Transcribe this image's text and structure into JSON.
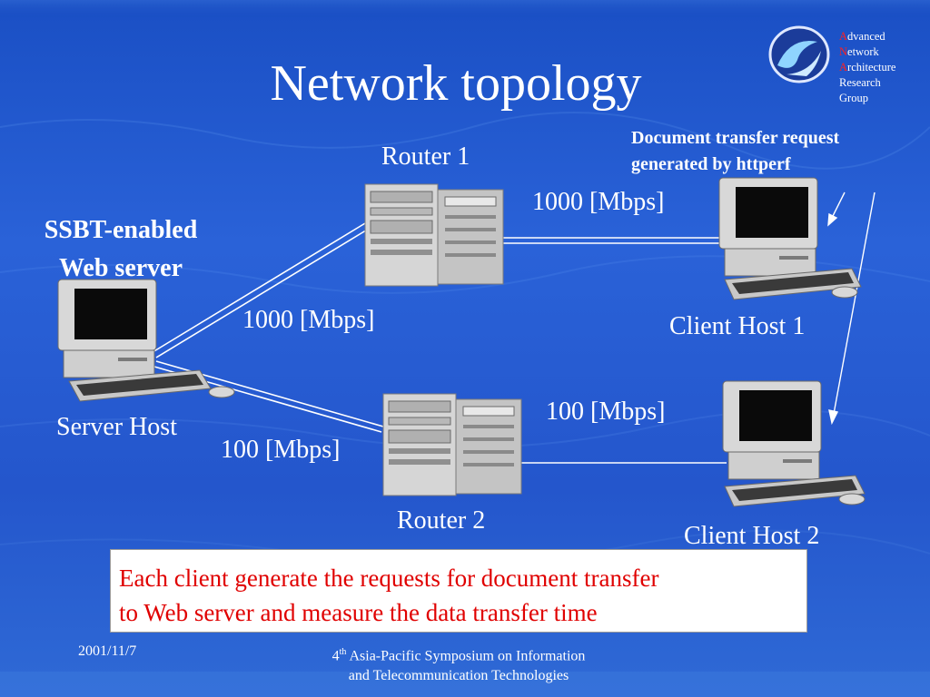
{
  "slide": {
    "title": "Network topology",
    "logo": {
      "lines": [
        {
          "cap": "A",
          "rest": "dvanced"
        },
        {
          "cap": "N",
          "rest": "etwork"
        },
        {
          "cap": "A",
          "rest": "rchitecture"
        },
        {
          "cap": "",
          "rest": "Research"
        },
        {
          "cap": "",
          "rest": "Group"
        }
      ]
    },
    "nodes": {
      "router1": "Router 1",
      "router2": "Router 2",
      "server": "Server Host",
      "client1": "Client Host 1",
      "client2": "Client Host 2"
    },
    "server_desc": [
      "SSBT-enabled",
      "Web server"
    ],
    "links": {
      "server_router1": "1000 [Mbps]",
      "router1_client1": "1000 [Mbps]",
      "server_router2": "100 [Mbps]",
      "router2_client2": "100 [Mbps]"
    },
    "note": [
      "Document transfer request",
      "generated by httperf"
    ],
    "caption": [
      "Each client generate the requests for document transfer",
      "to Web server and measure the data transfer time"
    ],
    "footer": {
      "date": "2001/11/7",
      "conf_num": "4",
      "conf_sup": "th",
      "conf_line1_rest": " Asia-Pacific Symposium on Information",
      "conf_line2": "and Telecommunication Technologies"
    },
    "colors": {
      "background": "#2456cc",
      "caption_text": "#e00000",
      "logo_capital": "#ff2020",
      "device": "#d4d4d4",
      "screen": "#0a0a0a"
    }
  }
}
